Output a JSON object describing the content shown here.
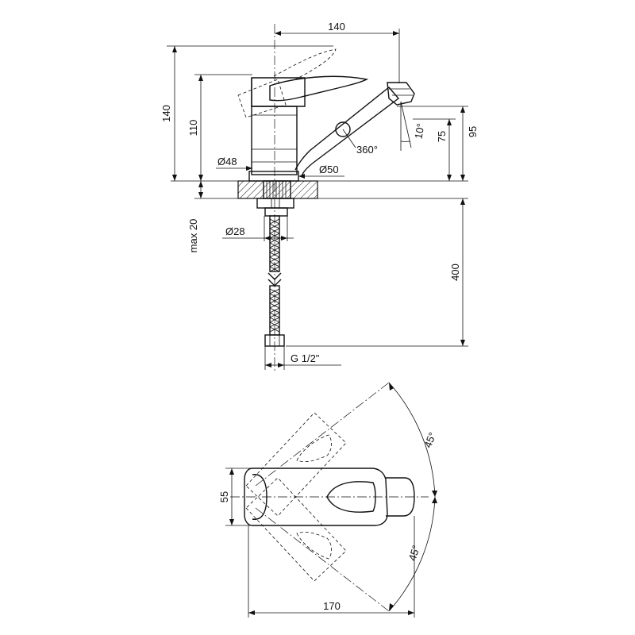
{
  "side_view": {
    "dim_top_width": "140",
    "dim_total_height": "140",
    "dim_body_height": "110",
    "dim_spout_height": "95",
    "dim_outlet_height": "75",
    "dim_spout_tilt": "10°",
    "dim_swivel": "360°",
    "dim_body_diameter": "Ø48",
    "dim_base_diameter": "Ø50",
    "dim_shank_diameter": "Ø28",
    "dim_max_thickness": "max 20",
    "dim_hose_length": "400",
    "dim_thread": "G 1/2\""
  },
  "top_view": {
    "dim_length": "170",
    "dim_width": "55",
    "dim_angle_upper": "45°",
    "dim_angle_lower": "45°"
  }
}
